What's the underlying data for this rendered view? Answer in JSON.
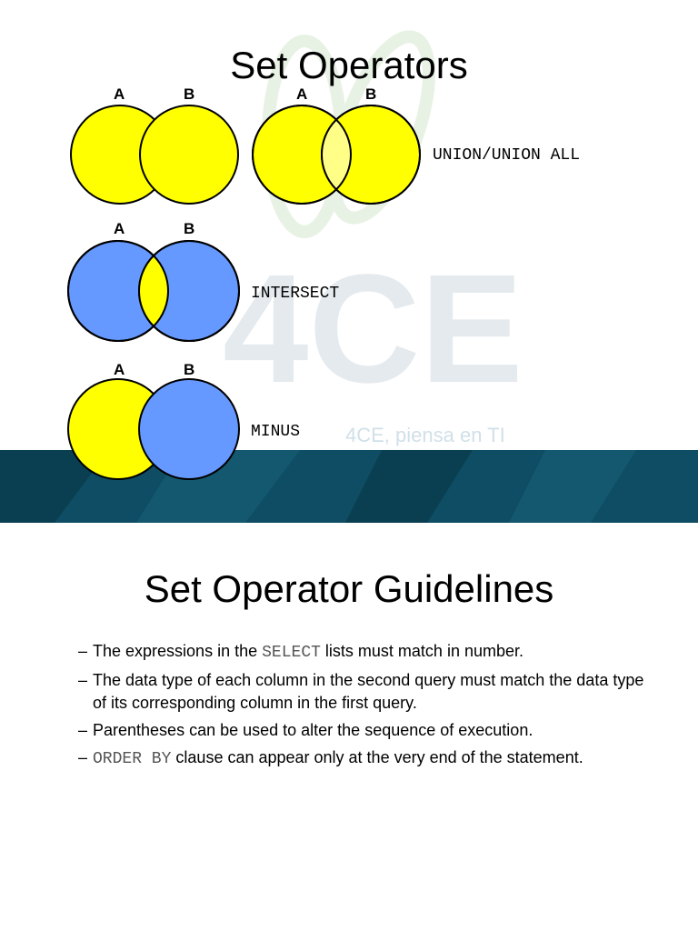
{
  "slide1": {
    "title": "Set Operators",
    "watermark": {
      "logo_text": "4CE",
      "tagline": "4CE, piensa en TI"
    },
    "diagrams": [
      {
        "a_label": "A",
        "b_label": "B"
      },
      {
        "a_label": "A",
        "b_label": "B"
      },
      {
        "a_label": "A",
        "b_label": "B"
      },
      {
        "a_label": "A",
        "b_label": "B"
      }
    ],
    "labels": {
      "union": "UNION/UNION ALL",
      "intersect": "INTERSECT",
      "minus": "MINUS"
    },
    "colors": {
      "yellow": "#FFFF00",
      "blue": "#6699FF",
      "light_yellow": "#FFFF88",
      "banner": "#0E4D63"
    }
  },
  "slide2": {
    "title": "Set Operator Guidelines",
    "bullets": [
      {
        "dash": "–",
        "before": "The expressions in the ",
        "code": "SELECT",
        "after": " lists must match in number."
      },
      {
        "dash": "–",
        "before": "The data type of each column in the second query must match the data type of its corresponding column in the first query.",
        "code": "",
        "after": ""
      },
      {
        "dash": "–",
        "before": "Parentheses can be used to alter the sequence of execution.",
        "code": "",
        "after": ""
      },
      {
        "dash": "–",
        "before": "",
        "code": "ORDER BY",
        "after": " clause can appear only at the very end of the statement."
      }
    ]
  }
}
